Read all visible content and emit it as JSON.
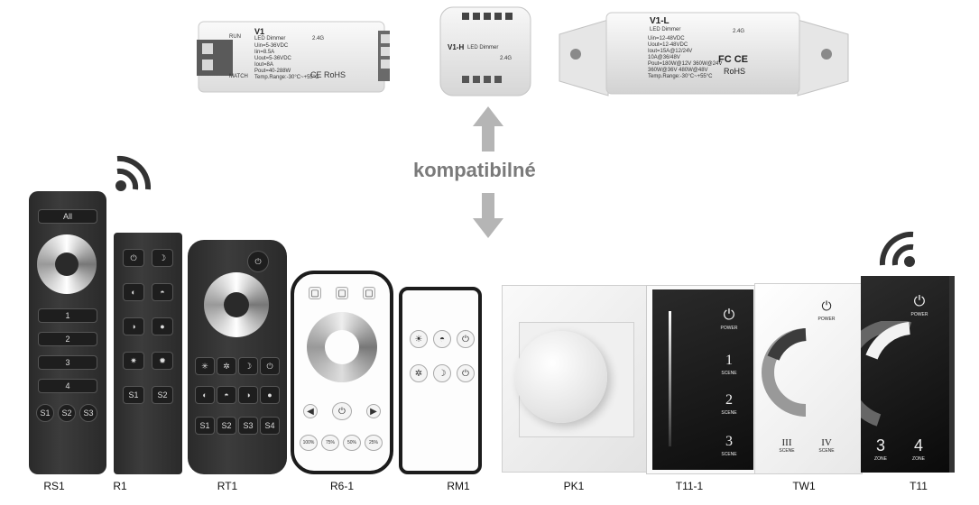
{
  "headline": "kompatibilné",
  "controllers": [
    {
      "model": "V1",
      "subtitle": "LED Dimmer",
      "run": "RUN",
      "match": "MATCH",
      "spec": [
        "Uin=5-36VDC",
        "Iin=8.5A",
        "Uout=5-36VDC",
        "Iout=8A",
        "Pout=40-288W",
        "Temp.Range:-30°C~+55°C"
      ],
      "marks": "CE RoHS",
      "rf": "2.4G"
    },
    {
      "model": "V1-H",
      "subtitle": "LED Dimmer",
      "rf": "2.4G"
    },
    {
      "model": "V1-L",
      "subtitle": "LED Dimmer",
      "spec": [
        "Uin=12-48VDC",
        "Uout=12-48VDC",
        "Iout=15A@12/24V",
        "10A@36/48V",
        "Pout=180W@12V  360W@24V",
        "360W@36V  480W@48V",
        "Temp.Range:-30°C~+55°C"
      ],
      "marks": "FC CE",
      "rohs": "RoHS",
      "rf": "2.4G"
    }
  ],
  "rs1": {
    "all": "All",
    "rows": [
      "1",
      "2",
      "3",
      "4"
    ],
    "scenes": [
      "S1",
      "S2",
      "S3"
    ]
  },
  "r1": {
    "scenes": [
      "S1",
      "S2"
    ]
  },
  "rt1": {
    "scenes": [
      "S1",
      "S2",
      "S3",
      "S4"
    ]
  },
  "r61": {
    "presets": [
      "100%",
      "75%",
      "50%",
      "25%"
    ]
  },
  "t111": {
    "power": "POWER",
    "scenes": [
      "1",
      "2",
      "3"
    ],
    "scene_label": "SCENE"
  },
  "tw1": {
    "power": "POWER",
    "scenes": [
      "III",
      "IV"
    ],
    "scene_label": "SCENE"
  },
  "t11": {
    "power": "POWER",
    "zones": [
      "3",
      "4"
    ],
    "zone_label": "ZONE"
  },
  "captions": [
    "RS1",
    "R1",
    "RT1",
    "R6-1",
    "RM1",
    "PK1",
    "T11-1",
    "TW1",
    "T11"
  ],
  "colors": {
    "headline": "#7a7a7a",
    "arrow": "#b5b5b5",
    "remote_dark": "#2f2f2f",
    "panel_black": "#111111"
  }
}
